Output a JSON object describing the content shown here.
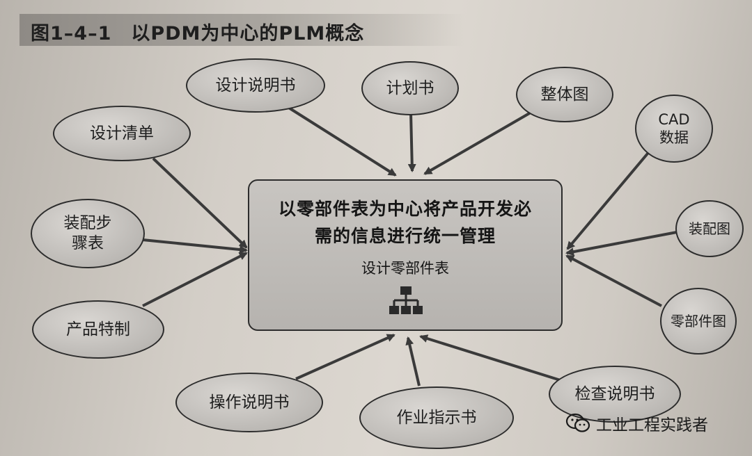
{
  "figure": {
    "title": "图1–4–1　以PDM为中心的PLM概念"
  },
  "center": {
    "main_line1": "以零部件表为中心将产品开发必",
    "main_line2": "需的信息进行统一管理",
    "sub": "设计零部件表",
    "icon": "hierarchy-icon"
  },
  "nodes": {
    "design_spec": "设计说明书",
    "plan": "计划书",
    "overall_drawing": "整体图",
    "cad_line1": "CAD",
    "cad_line2": "数据",
    "design_list": "设计清单",
    "assembly_steps_line1": "装配步",
    "assembly_steps_line2": "骤表",
    "assembly_drawing": "装配图",
    "product_custom": "产品特制",
    "parts_drawing": "零部件图",
    "operation_manual": "操作说明书",
    "work_instruction": "作业指示书",
    "inspection_spec": "检查说明书"
  },
  "watermark": {
    "text": "工业工程实践者",
    "icon": "wechat-icon"
  },
  "colors": {
    "node_fill": "#bcb9b5",
    "stroke": "#2c2c2c",
    "arrow": "#3a3a3a"
  }
}
